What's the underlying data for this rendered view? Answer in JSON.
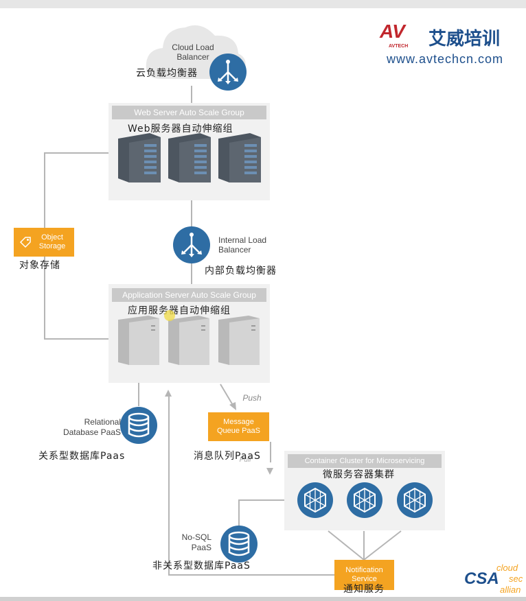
{
  "logo": {
    "av": "AV",
    "avtech": "AVTECH",
    "cn": "艾威培训",
    "url": "www.avtechcn.com"
  },
  "cloud_lb": {
    "en": "Cloud Load Balancer",
    "cn": "云负载均衡器"
  },
  "web_group": {
    "title": "Web Server Auto Scale Group",
    "cn": "Web服务器自动伸缩组"
  },
  "object_storage": {
    "en": "Object Storage",
    "cn": "对象存储"
  },
  "internal_lb": {
    "en": "Internal Load Balancer",
    "cn": "内部负载均衡器"
  },
  "app_group": {
    "title": "Application Server Auto Scale Group",
    "cn": "应用服务器自动伸缩组"
  },
  "relational_db": {
    "en_line1": "Relational",
    "en_line2": "Database PaaS",
    "cn": "关系型数据库Paas"
  },
  "push_label": "Push",
  "pull_label": "Pull",
  "message_queue": {
    "en_line1": "Message",
    "en_line2": "Queue PaaS",
    "cn": "消息队列PaaS"
  },
  "container_cluster": {
    "title": "Container Cluster for Microservicing",
    "cn": "微服务容器集群"
  },
  "nosql_db": {
    "en_line1": "No-SQL",
    "en_line2": "PaaS",
    "cn": "非关系型数据库PaaS"
  },
  "notification": {
    "en_line1": "Notification",
    "en_line2": "Service",
    "cn": "通知服务"
  },
  "csa": {
    "abbr": "CSA",
    "w1": "cloud",
    "w2": "sec",
    "w3": "allian"
  },
  "colors": {
    "orange": "#f4a321",
    "blue": "#2e6da4",
    "logo_red": "#c1272d",
    "logo_blue": "#1d4f8c"
  }
}
